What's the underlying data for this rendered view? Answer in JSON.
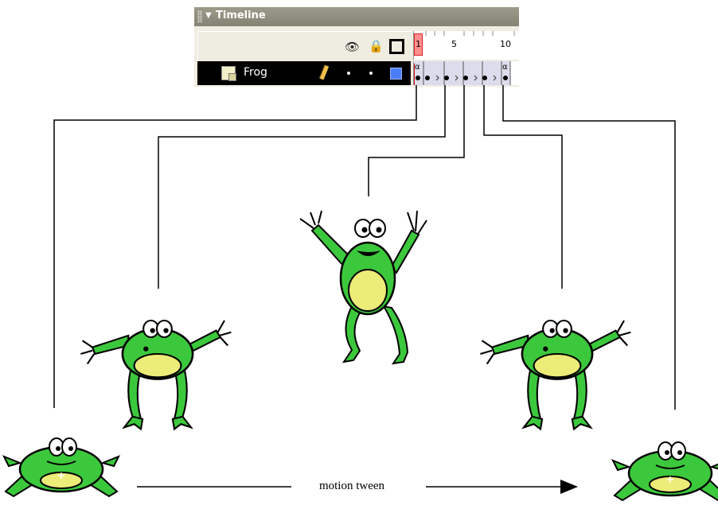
{
  "timeline": {
    "title": "Timeline",
    "layer_name": "Frog",
    "ruler_labels": [
      "1",
      "5",
      "10"
    ],
    "keyframe_symbol": "α",
    "layer_color": "#4a7cf5"
  },
  "caption": "motion tween",
  "colors": {
    "frog_body": "#3cc83c",
    "frog_belly": "#ecec78",
    "outline": "#000000",
    "playhead": "#ff8e8e"
  }
}
